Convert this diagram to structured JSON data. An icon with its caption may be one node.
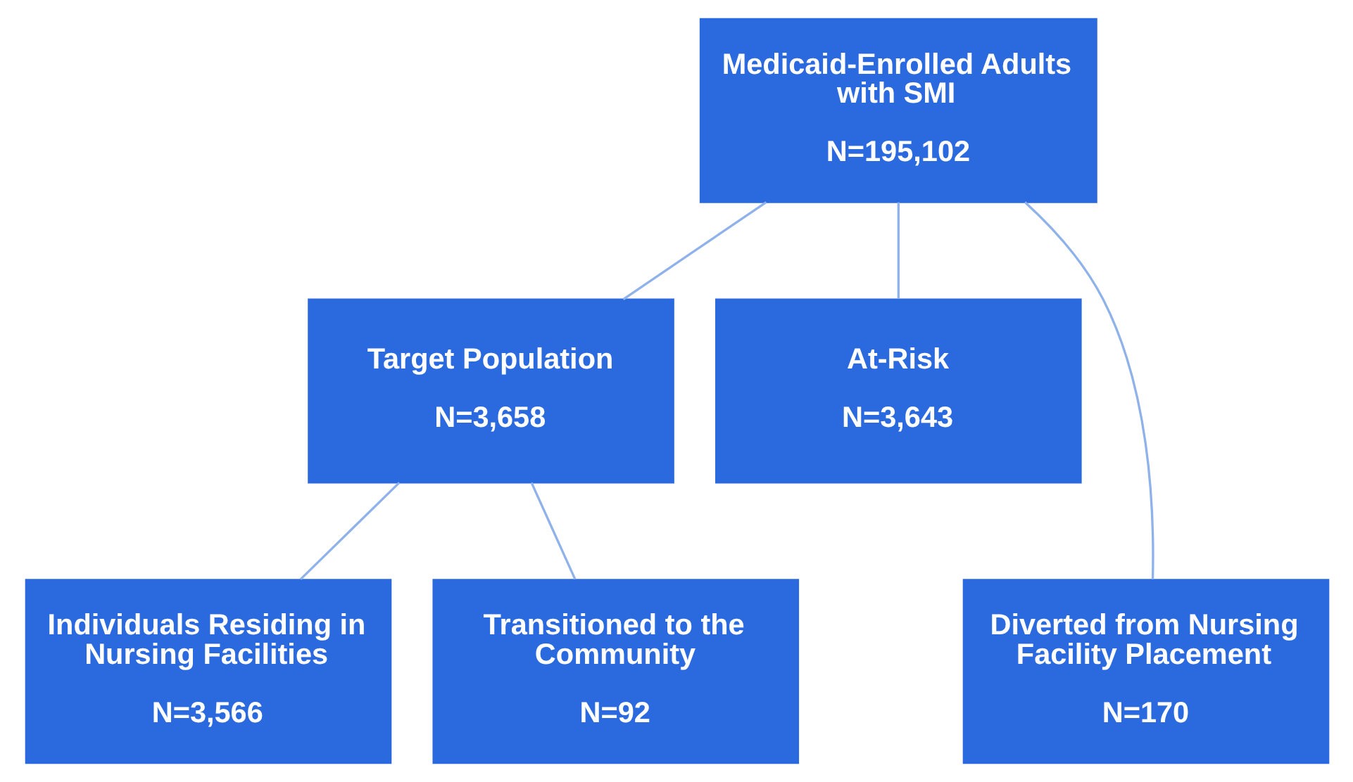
{
  "diagram": {
    "nodes": [
      {
        "text": [
          "Medicaid-Enrolled Adults with SMI",
          "N=195,102"
        ]
      },
      {
        "text": [
          "Target Population",
          "N=3,658"
        ]
      },
      {
        "text": [
          "At-Risk",
          "N=3,643"
        ]
      },
      {
        "text": [
          "Individuals Residing in Nursing Facilities",
          "N=3,566"
        ]
      },
      {
        "text": [
          "Transitioned to the Community",
          "N=92"
        ]
      },
      {
        "text": [
          "Diverted from Nursing Facility Placement",
          "N=170"
        ]
      }
    ],
    "edges": [
      {
        "from": 0,
        "to": 1,
        "arrow": "none"
      },
      {
        "from": 0,
        "to": 5,
        "arrow": "none"
      },
      {
        "from": 0,
        "to": 2,
        "arrow": "none"
      },
      {
        "from": 1,
        "to": 3,
        "arrow": "none"
      },
      {
        "from": 1,
        "to": 4,
        "arrow": "none"
      }
    ]
  }
}
